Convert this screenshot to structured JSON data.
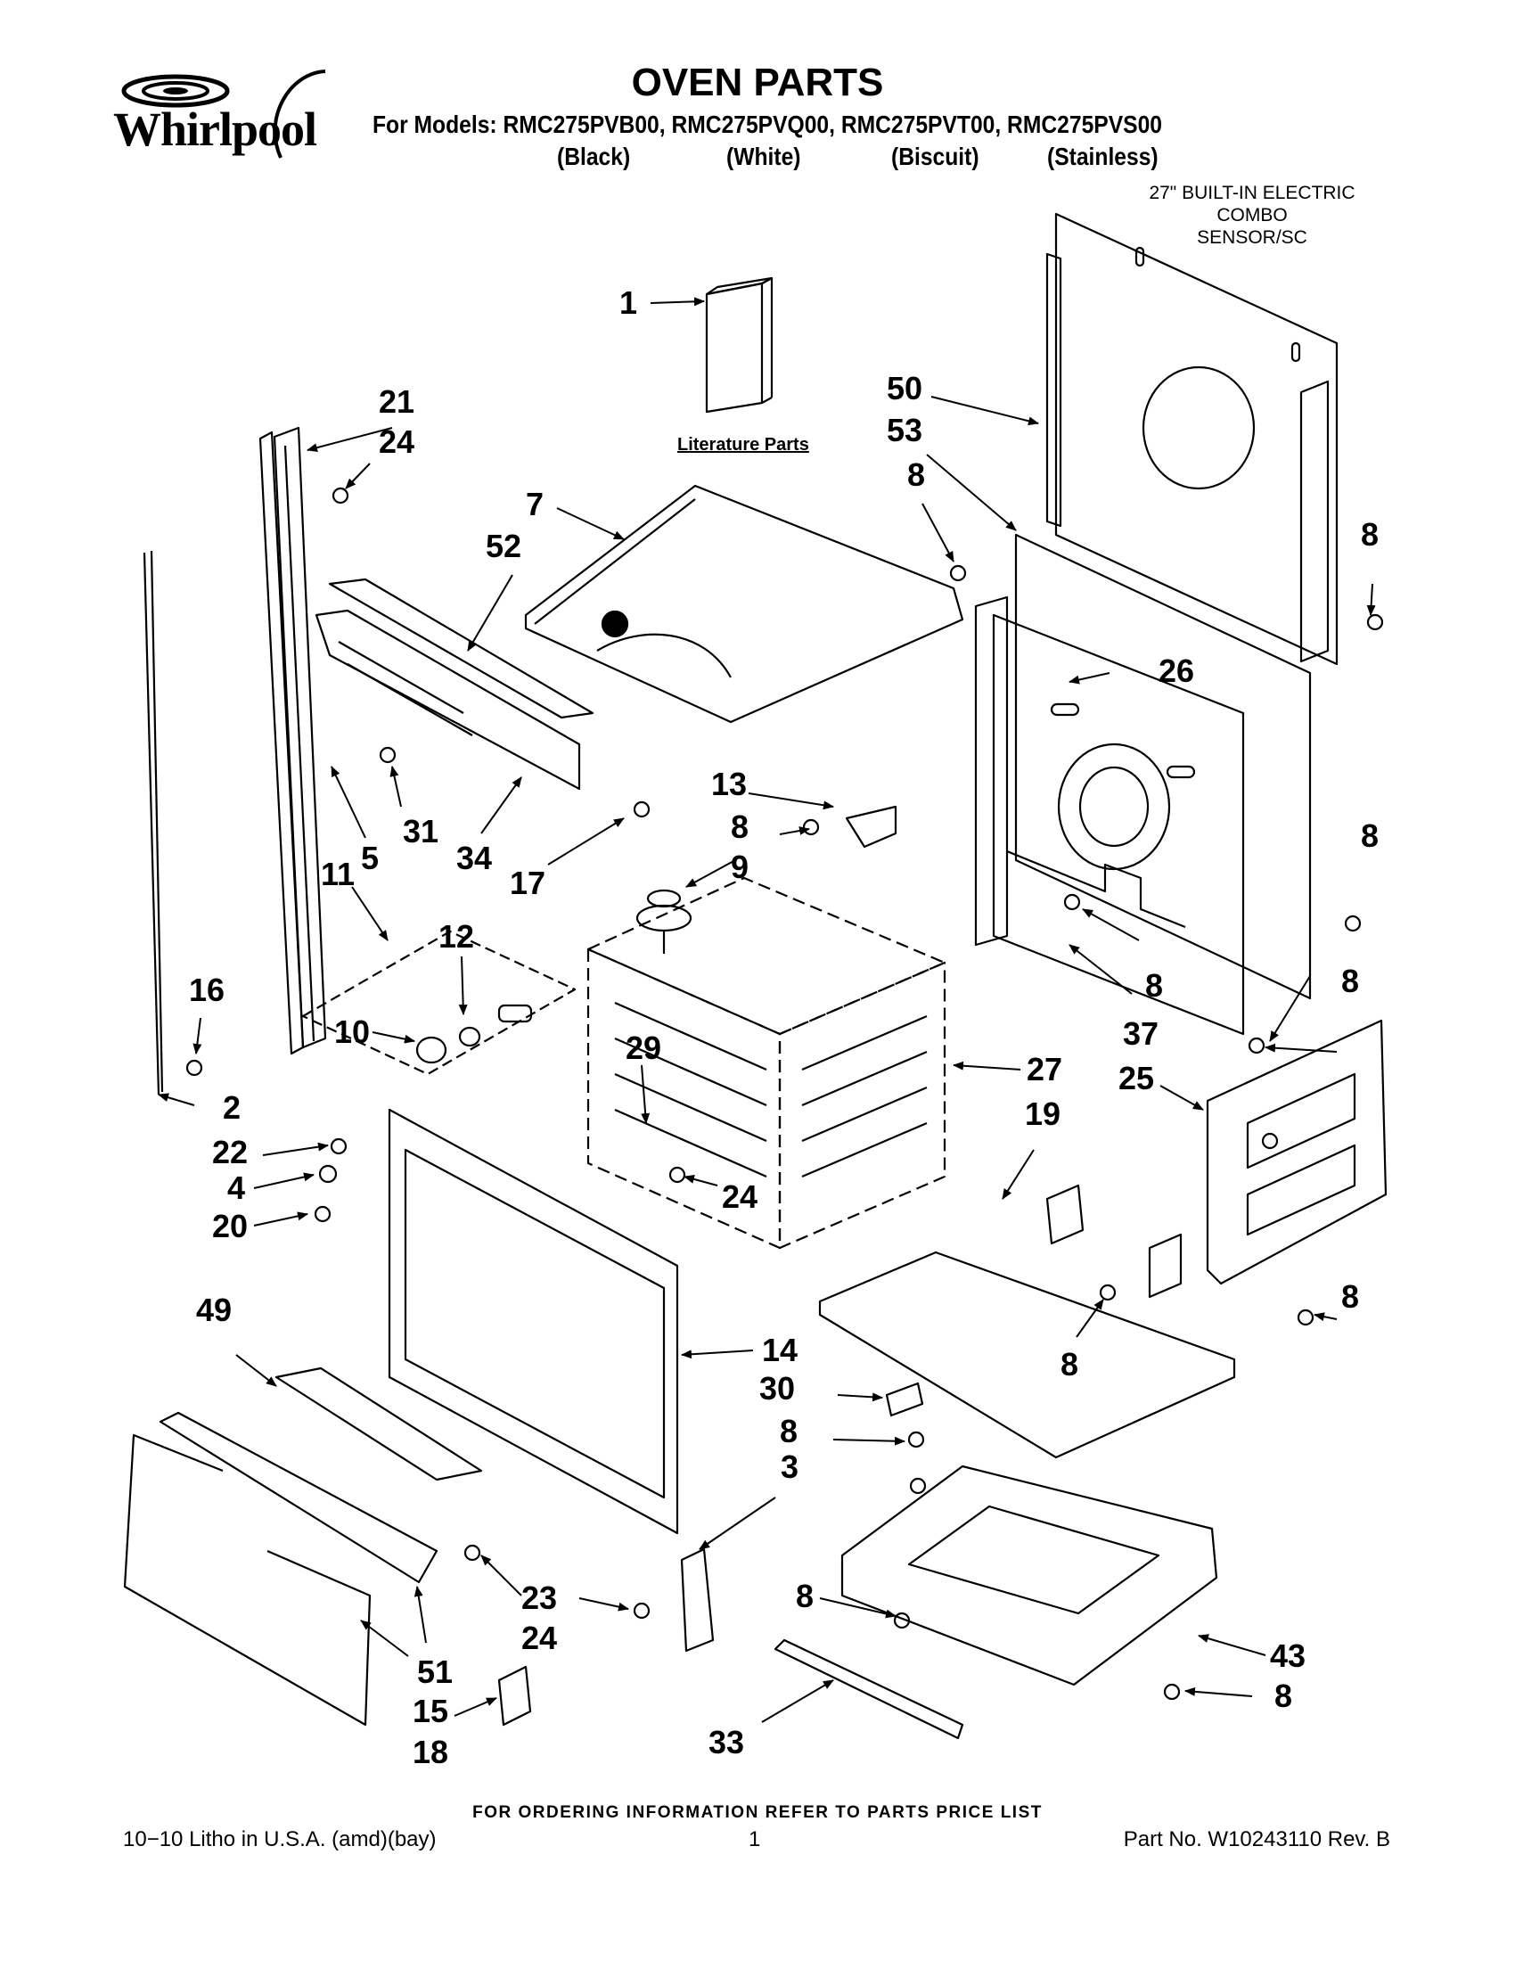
{
  "header": {
    "brand": "Whirlpool",
    "title": "OVEN PARTS",
    "models_line": "For Models: RMC275PVB00, RMC275PVQ00, RMC275PVT00, RMC275PVS00",
    "colors": [
      "(Black)",
      "(White)",
      "(Biscuit)",
      "(Stainless)"
    ],
    "product_type": [
      "27\" BUILT-IN ELECTRIC",
      "COMBO",
      "SENSOR/SC"
    ]
  },
  "literature_label": "Literature Parts",
  "callouts": [
    "1",
    "50",
    "53",
    "8",
    "8",
    "21",
    "24",
    "7",
    "52",
    "26",
    "13",
    "8",
    "9",
    "31",
    "5",
    "34",
    "17",
    "8",
    "11",
    "12",
    "16",
    "10",
    "8",
    "37",
    "8",
    "29",
    "27",
    "2",
    "22",
    "25",
    "19",
    "4",
    "24",
    "20",
    "8",
    "49",
    "14",
    "30",
    "8",
    "8",
    "3",
    "23",
    "24",
    "8",
    "43",
    "51",
    "15",
    "8",
    "18",
    "33"
  ],
  "footer": {
    "ordering_note": "FOR ORDERING INFORMATION REFER TO PARTS PRICE LIST",
    "litho": "10−10 Litho in U.S.A. (amd)(bay)",
    "page": "1",
    "part_no": "Part No. W10243110 Rev. B"
  }
}
